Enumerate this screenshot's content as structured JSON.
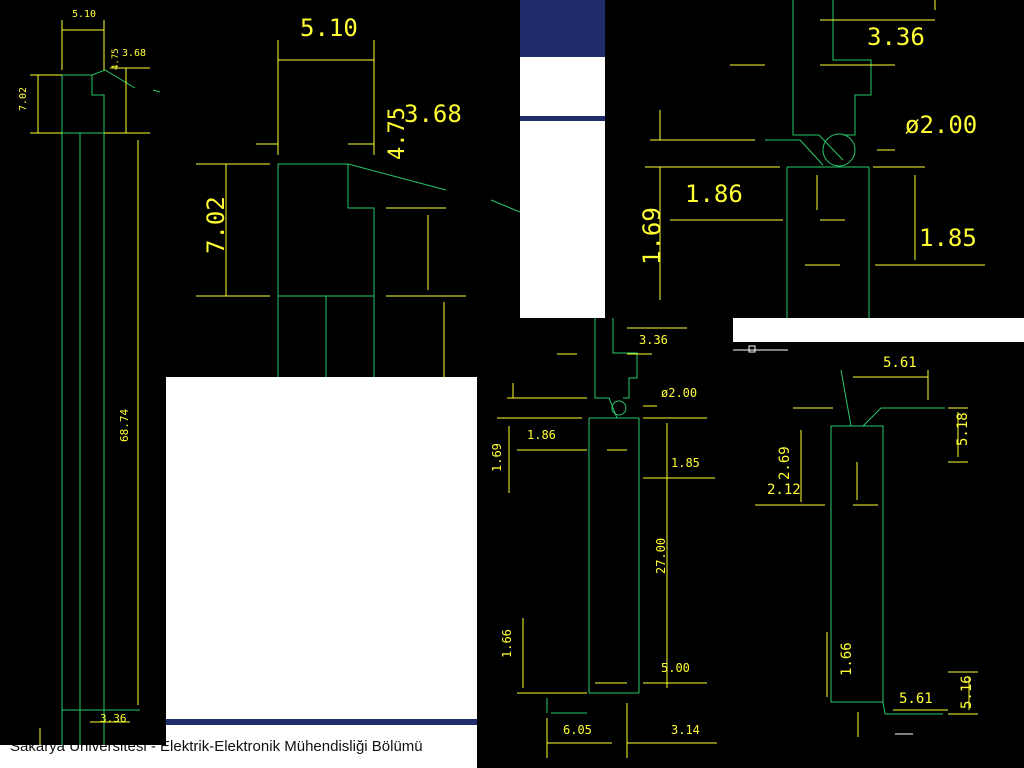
{
  "slide": {
    "footer": "Sakarya Üniversitesi  - Elektrik-Elektronik Mühendisliği Bölümü",
    "colors": {
      "background": "#000000",
      "line": "#29c86b",
      "dimension": "#ffff33",
      "band": "#1f2d6b"
    }
  },
  "panel_full": {
    "labels": {
      "width_top": "5.10",
      "notch_top": "3.68",
      "notch_side": "4.75",
      "height_top": "7.02",
      "length": "68.74",
      "bottom": "3.36"
    }
  },
  "panel_zoom_top": {
    "labels": {
      "width": "5.10",
      "notch": "3.68",
      "notch_side": "4.75",
      "height": "7.02"
    }
  },
  "panel_zoom_right": {
    "labels": {
      "top": "3.36",
      "hole": "ø2.00",
      "left": "1.86",
      "height": "1.69",
      "right": "1.85"
    }
  },
  "panel_mid": {
    "labels": {
      "top": "3.36",
      "hole": "ø2.00",
      "left": "1.86",
      "height": "1.69",
      "right": "1.85",
      "length": "27.00",
      "bottom_left": "1.66",
      "bottom_right": "5.00",
      "foot_left": "6.05",
      "foot_right": "3.14"
    }
  },
  "panel_right": {
    "labels": {
      "top": "5.61",
      "top_side": "5.18",
      "left_a": "2.69",
      "left_b": "2.12",
      "bottom_left": "1.66",
      "bottom": "5.61",
      "bottom_side": "5.16"
    }
  }
}
